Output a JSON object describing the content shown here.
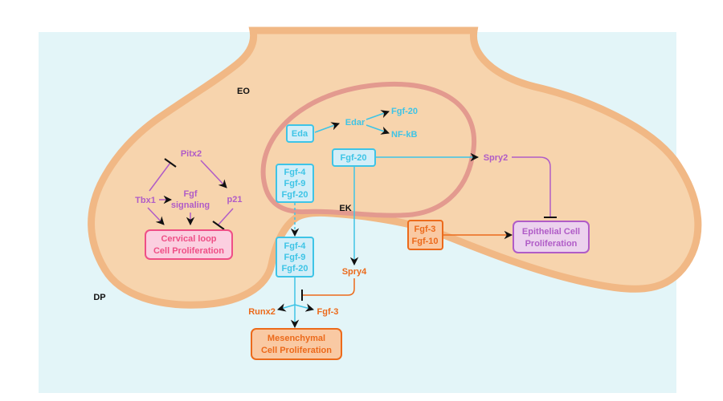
{
  "regions": {
    "eo": "EO",
    "ek": "EK",
    "dp": "DP"
  },
  "colors": {
    "background": "#e3f5f8",
    "epithelium_fill": "#f7d4ad",
    "epithelium_border": "#f1b885",
    "knot_border": "#e39a8f",
    "cyan": "#3ec4e6",
    "cyan_box_fill": "#d3eef8",
    "purple": "#b05cc7",
    "pink": "#ef4f86",
    "pink_box_fill": "#fbcfe0",
    "orange": "#ec6a1b",
    "orange_box_fill": "#f9c9a3",
    "lilac_box_fill": "#ecd2ee",
    "arrow_black": "#111111"
  },
  "cervical_loop": {
    "pitx2": "Pitx2",
    "tbx1": "Tbx1",
    "fgf_signaling": [
      "Fgf",
      "signaling"
    ],
    "p21": "p21",
    "outcome": [
      "Cervical loop",
      "Cell  Proliferation"
    ]
  },
  "enamel_knot": {
    "eda": "Eda",
    "edar": "Edar",
    "edar_targets": [
      "Fgf-20",
      "NF-kB"
    ],
    "fgf20": "Fgf-20",
    "spry2": "Spry2",
    "upper_fgfs": [
      "Fgf-4",
      "Fgf-9",
      "Fgf-20"
    ]
  },
  "epithelial_branch": {
    "fgf_box": [
      "Fgf-3",
      "Fgf-10"
    ],
    "outcome": [
      "Epithelial Cell",
      "Proliferation"
    ]
  },
  "mesenchyme": {
    "lower_fgfs": [
      "Fgf-4",
      "Fgf-9",
      "Fgf-20"
    ],
    "spry4": "Spry4",
    "runx2": "Runx2",
    "fgf3": "Fgf-3",
    "outcome": [
      "Mesenchymal",
      "Cell Proliferation"
    ]
  }
}
